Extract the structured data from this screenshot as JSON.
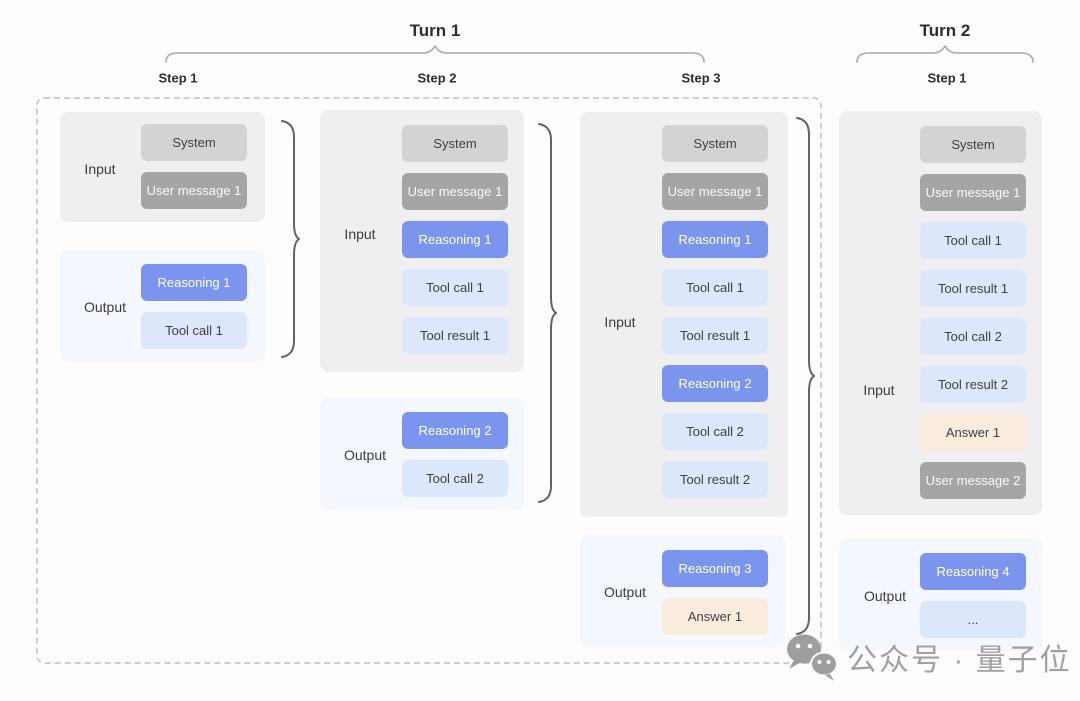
{
  "diagram": {
    "turn1": {
      "title": "Turn 1",
      "step_labels": [
        "Step 1",
        "Step 2",
        "Step 3"
      ]
    },
    "turn2": {
      "title": "Turn 2",
      "step_labels": [
        "Step 1"
      ]
    },
    "io": {
      "input": "Input",
      "output": "Output"
    },
    "columns": [
      {
        "name": "turn1-step1",
        "input_chips": [
          {
            "label": "System",
            "type": "system"
          },
          {
            "label": "User message 1",
            "type": "user"
          }
        ],
        "output_chips": [
          {
            "label": "Reasoning 1",
            "type": "reasoning"
          },
          {
            "label": "Tool call 1",
            "type": "tool"
          }
        ]
      },
      {
        "name": "turn1-step2",
        "input_chips": [
          {
            "label": "System",
            "type": "system"
          },
          {
            "label": "User message 1",
            "type": "user"
          },
          {
            "label": "Reasoning 1",
            "type": "reasoning"
          },
          {
            "label": "Tool call 1",
            "type": "tool"
          },
          {
            "label": "Tool result 1",
            "type": "tool"
          }
        ],
        "output_chips": [
          {
            "label": "Reasoning 2",
            "type": "reasoning"
          },
          {
            "label": "Tool call 2",
            "type": "tool"
          }
        ]
      },
      {
        "name": "turn1-step3",
        "input_chips": [
          {
            "label": "System",
            "type": "system"
          },
          {
            "label": "User message 1",
            "type": "user"
          },
          {
            "label": "Reasoning 1",
            "type": "reasoning"
          },
          {
            "label": "Tool call 1",
            "type": "tool"
          },
          {
            "label": "Tool result 1",
            "type": "tool"
          },
          {
            "label": "Reasoning 2",
            "type": "reasoning"
          },
          {
            "label": "Tool call 2",
            "type": "tool"
          },
          {
            "label": "Tool result 2",
            "type": "tool"
          }
        ],
        "output_chips": [
          {
            "label": "Reasoning 3",
            "type": "reasoning"
          },
          {
            "label": "Answer 1",
            "type": "answer"
          }
        ]
      },
      {
        "name": "turn2-step1",
        "input_chips": [
          {
            "label": "System",
            "type": "system"
          },
          {
            "label": "User message 1",
            "type": "user"
          },
          {
            "label": "Tool call 1",
            "type": "tool"
          },
          {
            "label": "Tool result 1",
            "type": "tool"
          },
          {
            "label": "Tool call 2",
            "type": "tool"
          },
          {
            "label": "Tool result 2",
            "type": "tool"
          },
          {
            "label": "Answer 1",
            "type": "answer"
          },
          {
            "label": "User message 2",
            "type": "user"
          }
        ],
        "output_chips": [
          {
            "label": "Reasoning 4",
            "type": "reasoning"
          },
          {
            "label": "...",
            "type": "tool"
          }
        ]
      }
    ]
  },
  "watermark": {
    "text": "公众号 · 量子位"
  },
  "colors": {
    "chip-system-bg": "#d3d3d6",
    "chip-system-fg": "#3e4044",
    "chip-user-bg": "#a5a5a8",
    "chip-user-fg": "#fafafa",
    "chip-reasoning-bg": "#7b95ee",
    "chip-reasoning-fg": "#ffffff",
    "chip-tool-bg": "#dde7fc",
    "chip-tool-fg": "#3e4044",
    "chip-answer-bg": "#f9ecdc",
    "chip-answer-fg": "#3e4044",
    "panel-input-bg": "#efeff1",
    "panel-output-bg": "#f4f8fe",
    "brace-dark": "#5d6470",
    "brace-light": "#a8a8a8",
    "dash": "#cfcfcf",
    "watermark": "#a0a0a0",
    "heading": "#2d2d31",
    "label": "#3b3b3f"
  }
}
